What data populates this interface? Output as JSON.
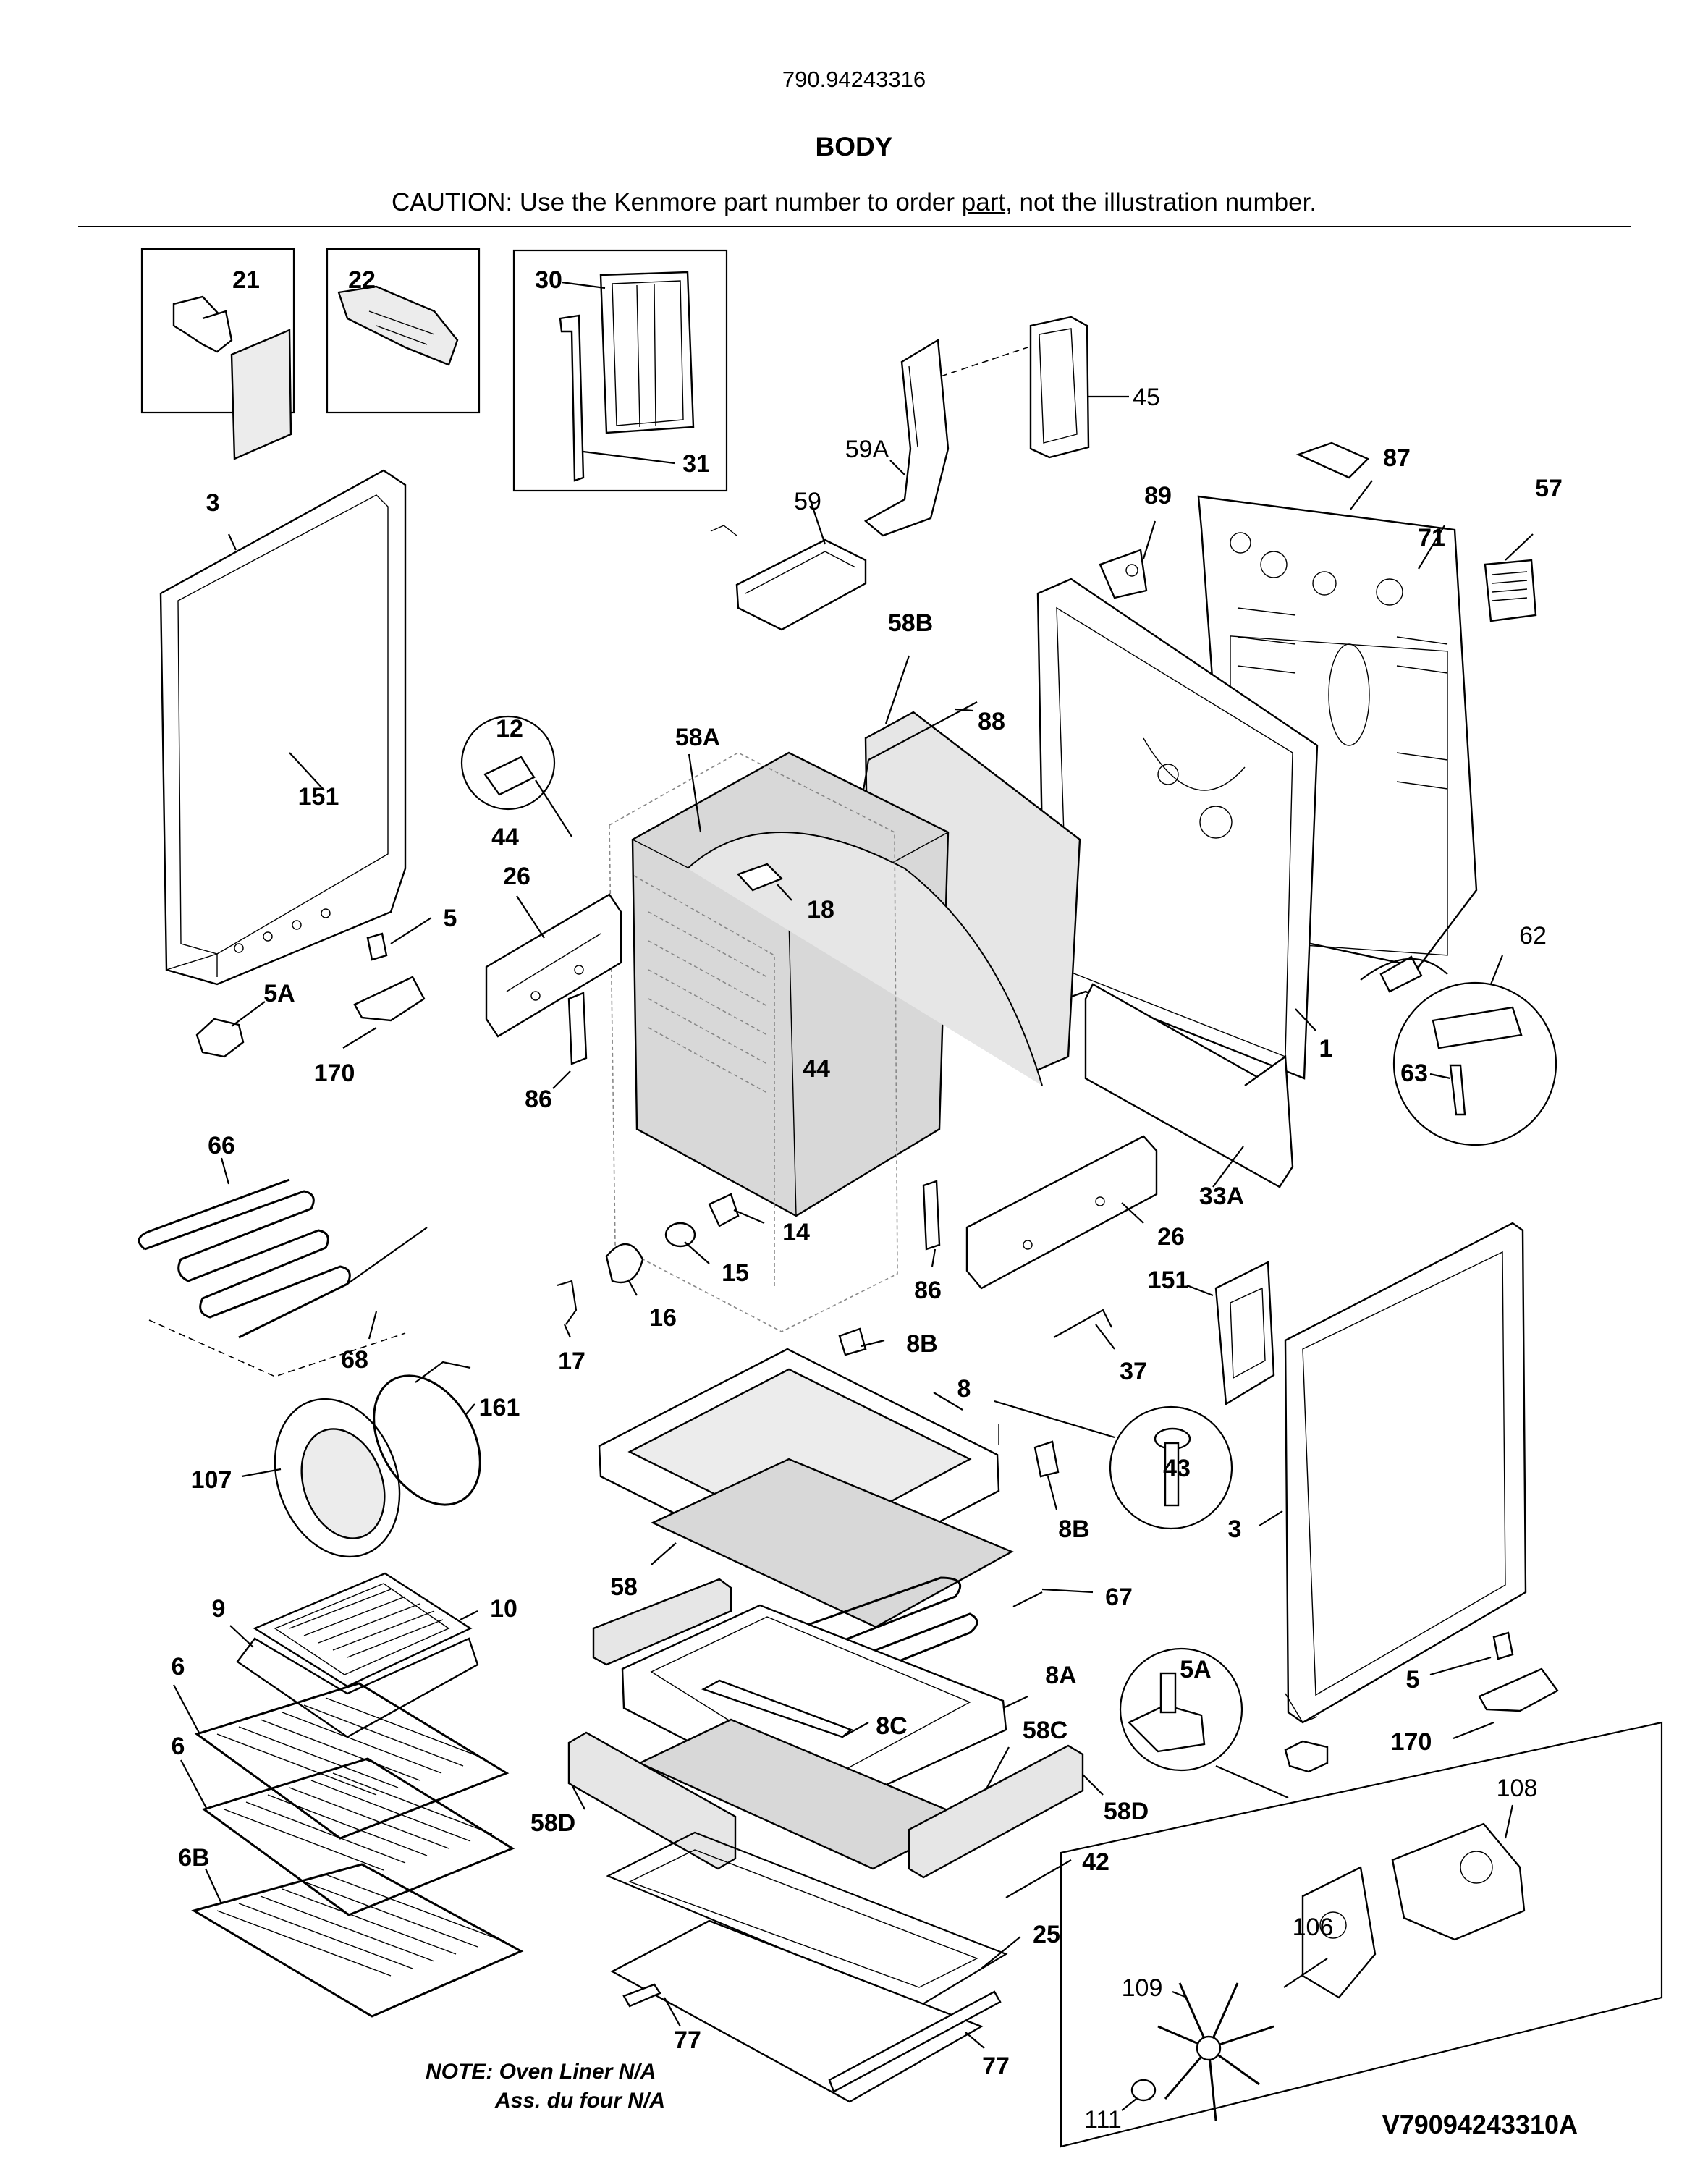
{
  "header": {
    "model_number": "790.94243316",
    "section_title": "BODY",
    "caution_prefix": "CAUTION: Use the Kenmore part number to order ",
    "caution_link": "part",
    "caution_suffix": ", not the illustration number."
  },
  "labels": {
    "p21": "21",
    "p22": "22",
    "p30": "30",
    "p31": "31",
    "p45": "45",
    "p59A": "59A",
    "p59": "59",
    "p87": "87",
    "p57": "57",
    "p89": "89",
    "p71": "71",
    "p3_top": "3",
    "p151_top": "151",
    "p58B": "58B",
    "p88": "88",
    "p12": "12",
    "p58A": "58A",
    "p44_a": "44",
    "p18": "18",
    "p26_left": "26",
    "p5_left": "5",
    "p5A_left": "5A",
    "p170_left": "170",
    "p86_left": "86",
    "p44_b": "44",
    "p62": "62",
    "p1": "1",
    "p63": "63",
    "p66": "66",
    "p14": "14",
    "p15": "15",
    "p16": "16",
    "p17": "17",
    "p86_right": "86",
    "p26_right": "26",
    "p33A": "33A",
    "p68": "68",
    "p161": "161",
    "p8B_top": "8B",
    "p151_right": "151",
    "p37": "37",
    "p8": "8",
    "p107": "107",
    "p43": "43",
    "p8B_bottom": "8B",
    "p3_right": "3",
    "p58": "58",
    "p67": "67",
    "p9": "9",
    "p10": "10",
    "p6_a": "6",
    "p8A": "8A",
    "p5A_right": "5A",
    "p5_right": "5",
    "p8C": "8C",
    "p58C": "58C",
    "p6_b": "6",
    "p170_right": "170",
    "p108": "108",
    "p58D_left": "58D",
    "p58D_right": "58D",
    "p6B": "6B",
    "p42": "42",
    "p106": "106",
    "p25": "25",
    "p109": "109",
    "p77_a": "77",
    "p77_b": "77",
    "p111": "111"
  },
  "note": {
    "line1": "NOTE: Oven Liner N/A",
    "line2": "Ass. du four N/A"
  },
  "diagram_code": "V79094243310A"
}
